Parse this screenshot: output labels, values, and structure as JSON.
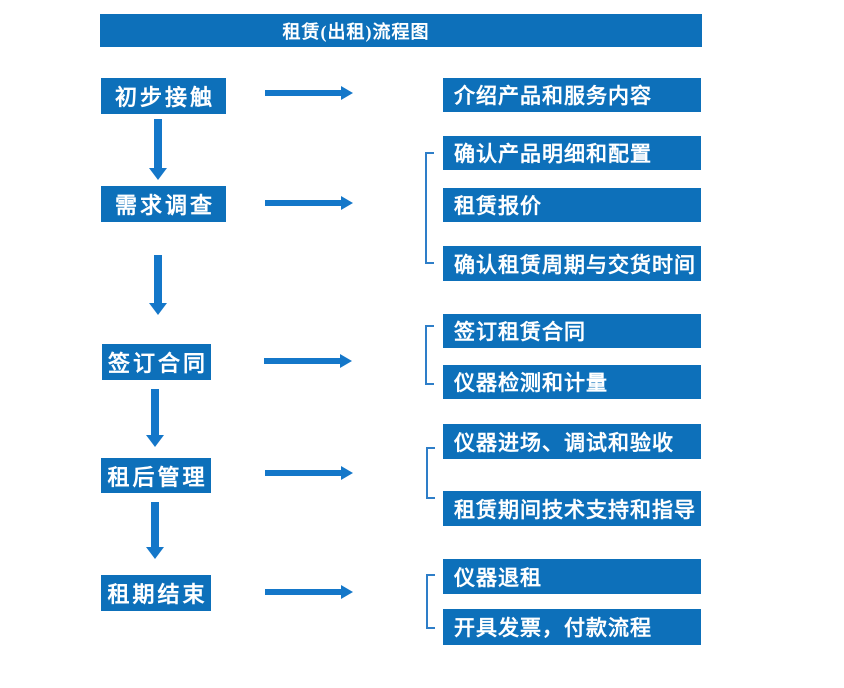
{
  "diagram": {
    "title": "租赁(出租)流程图"
  },
  "colors": {
    "box": "#0d70ba",
    "arrow": "#1477c9",
    "bracket": "#2e7ec8",
    "text": "#ffffff",
    "bg": "#ffffff"
  },
  "steps": [
    {
      "label": "初步接触",
      "details": [
        "介绍产品和服务内容"
      ]
    },
    {
      "label": "需求调查",
      "details": [
        "确认产品明细和配置",
        "租赁报价",
        "确认租赁周期与交货时间"
      ]
    },
    {
      "label": "签订合同",
      "details": [
        "签订租赁合同",
        "仪器检测和计量"
      ]
    },
    {
      "label": "租后管理",
      "details": [
        "仪器进场、调试和验收",
        "租赁期间技术支持和指导"
      ]
    },
    {
      "label": "租期结束",
      "details": [
        "仪器退租",
        "开具发票，付款流程"
      ]
    }
  ]
}
